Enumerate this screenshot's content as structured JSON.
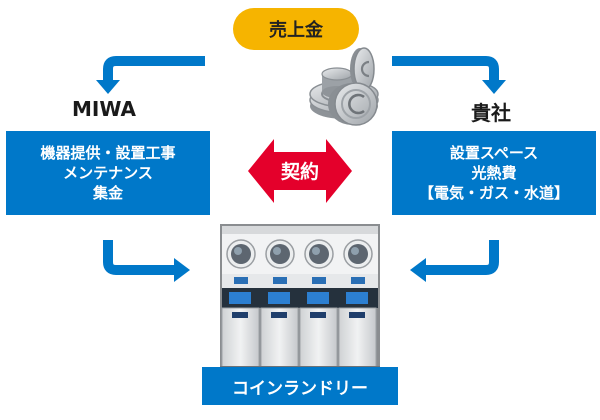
{
  "revenue_label": "売上金",
  "left_party": {
    "name": "MIWA",
    "roles": [
      "機器提供・設置工事",
      "メンテナンス",
      "集金"
    ]
  },
  "right_party": {
    "name": "貴社",
    "roles": [
      "設置スペース",
      "光熱費",
      "【電気・ガス・水道】"
    ]
  },
  "contract_label": "契約",
  "product_label": "コインランドリー",
  "colors": {
    "accent_blue": "#0078c9",
    "pill_yellow": "#f6b400",
    "contract_red": "#e4002b",
    "coin_silver": "#b5b9bd"
  },
  "icons": [
    "coin-stack-icon",
    "coin-laundry-machines-icon"
  ]
}
